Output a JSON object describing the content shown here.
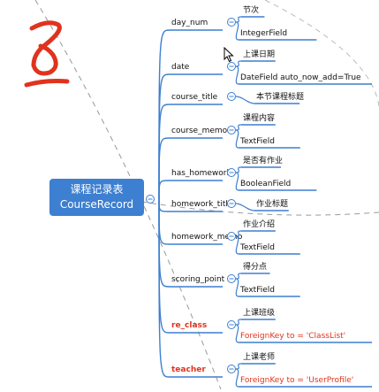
{
  "root": {
    "title_cn": "课程记录表",
    "title_en": "CourseRecord"
  },
  "accent_color": "#3d7fd0",
  "red_color": "#e0331d",
  "handwritten_mark": "",
  "branches": [
    {
      "name": "day_num",
      "children": [
        "节次",
        "IntegerField"
      ],
      "highlight": false
    },
    {
      "name": "date",
      "children": [
        "上课日期",
        "DateField auto_now_add=True"
      ],
      "highlight": false
    },
    {
      "name": "course_title",
      "children": [
        "本节课程标题"
      ],
      "highlight": false
    },
    {
      "name": "course_memo",
      "children": [
        "课程内容",
        "TextField"
      ],
      "highlight": false
    },
    {
      "name": "has_homework",
      "children": [
        "是否有作业",
        "BooleanField"
      ],
      "highlight": false
    },
    {
      "name": "homework_title",
      "children": [
        "作业标题"
      ],
      "highlight": false
    },
    {
      "name": "homework_memo",
      "children": [
        "作业介绍",
        "TextField"
      ],
      "highlight": false
    },
    {
      "name": "scoring_point",
      "children": [
        "得分点",
        "TextField"
      ],
      "highlight": false
    },
    {
      "name": "re_class",
      "children": [
        "上课班级",
        "ForeignKey to = 'ClassList'"
      ],
      "highlight": true
    },
    {
      "name": "teacher",
      "children": [
        "上课老师",
        "ForeignKey to = 'UserProfile'"
      ],
      "highlight": true
    }
  ]
}
